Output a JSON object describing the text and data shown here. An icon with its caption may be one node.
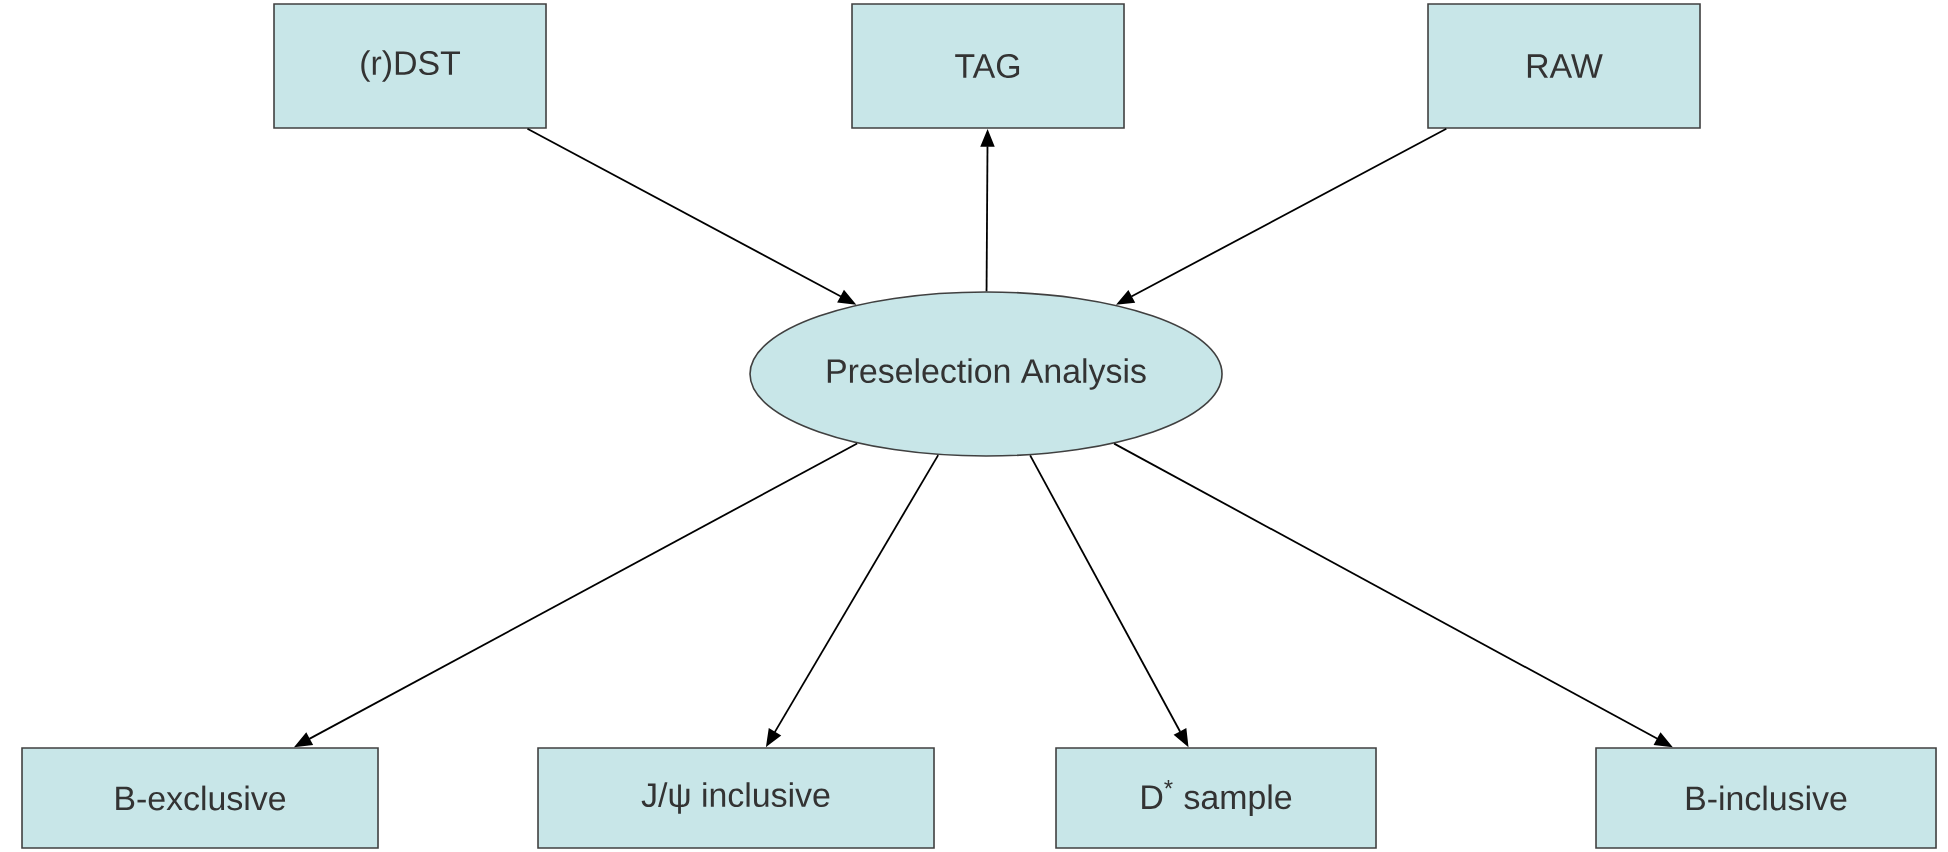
{
  "diagram": {
    "nodes": [
      {
        "text": [
          "(r)DST"
        ]
      },
      {
        "text": [
          "TAG"
        ]
      },
      {
        "text": [
          "RAW"
        ]
      },
      {
        "text": [
          "Preselection Analysis"
        ]
      },
      {
        "text": [
          "B-exclusive"
        ]
      },
      {
        "text": [
          "J/ψ inclusive"
        ]
      },
      {
        "text": [
          "D$^{*}$ sample"
        ]
      },
      {
        "text": [
          "B-inclusive"
        ]
      }
    ],
    "edges": [
      {
        "from": 0,
        "to": 3,
        "arrow": "to"
      },
      {
        "from": 3,
        "to": 1,
        "arrow": "to"
      },
      {
        "from": 2,
        "to": 3,
        "arrow": "to"
      },
      {
        "from": 3,
        "to": 4,
        "arrow": "to"
      },
      {
        "from": 3,
        "to": 5,
        "arrow": "to"
      },
      {
        "from": 3,
        "to": 6,
        "arrow": "to"
      },
      {
        "from": 3,
        "to": 7,
        "arrow": "to"
      }
    ]
  }
}
